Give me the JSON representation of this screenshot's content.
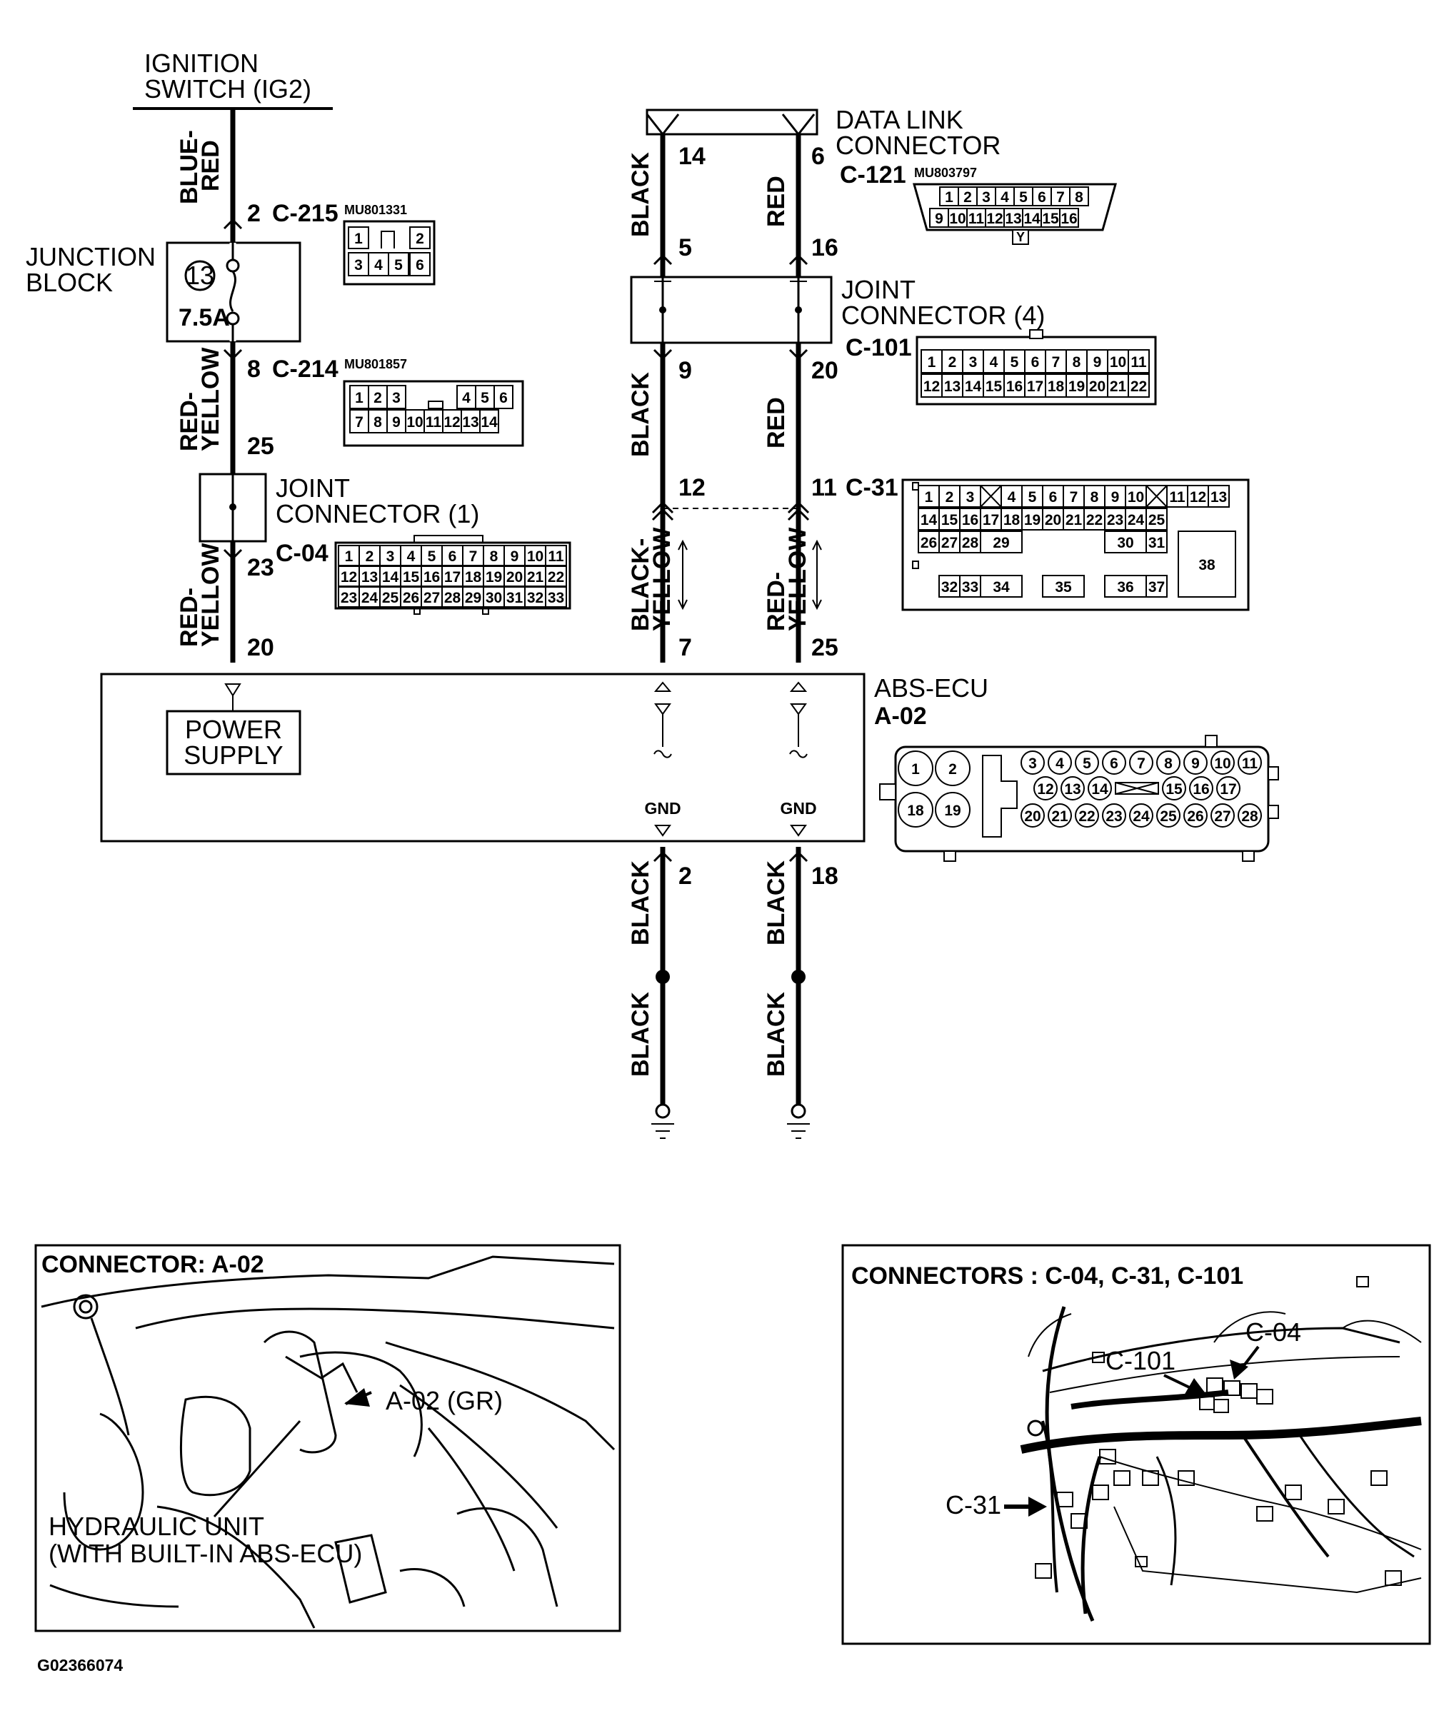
{
  "labels": {
    "ignition_switch_line1": "IGNITION",
    "ignition_switch_line2": "SWITCH (IG2)",
    "junction_block_line1": "JUNCTION",
    "junction_block_line2": "BLOCK",
    "fuse_number": "13",
    "fuse_rating": "7.5A",
    "joint_connector_1_line1": "JOINT",
    "joint_connector_1_line2": "CONNECTOR (1)",
    "data_link_line1": "DATA LINK",
    "data_link_line2": "CONNECTOR",
    "joint_connector_4_line1": "JOINT",
    "joint_connector_4_line2": "CONNECTOR (4)",
    "abs_ecu": "ABS-ECU",
    "power_supply_line1": "POWER",
    "power_supply_line2": "SUPPLY",
    "gnd": "GND",
    "figure_code": "G02366074"
  },
  "wire_colors": {
    "blue_red_1": "BLUE-",
    "blue_red_2": "RED",
    "red_yellow_1": "RED-",
    "red_yellow_2": "YELLOW",
    "black": "BLACK",
    "red": "RED",
    "black_yellow_1": "BLACK-",
    "black_yellow_2": "YELLOW"
  },
  "connectors": {
    "c215": {
      "id": "C-215",
      "part": "MU801331",
      "pin": "2",
      "cells_top": [
        "1",
        "",
        "2"
      ],
      "cells_bottom": [
        "3",
        "4",
        "5",
        "6"
      ]
    },
    "c214": {
      "id": "C-214",
      "part": "MU801857",
      "pin_top": "8",
      "pin_bottom": "25",
      "cells_top": [
        "1",
        "2",
        "3",
        "4",
        "5",
        "6"
      ],
      "cells_bottom": [
        "7",
        "8",
        "9",
        "10",
        "11",
        "12",
        "13",
        "14"
      ]
    },
    "c04": {
      "id": "C-04",
      "pin_top": "23",
      "pin_bottom": "20",
      "rows": [
        [
          "1",
          "2",
          "3",
          "4",
          "5",
          "6",
          "7",
          "8",
          "9",
          "10",
          "11"
        ],
        [
          "12",
          "13",
          "14",
          "15",
          "16",
          "17",
          "18",
          "19",
          "20",
          "21",
          "22"
        ],
        [
          "23",
          "24",
          "25",
          "26",
          "27",
          "28",
          "29",
          "30",
          "31",
          "32",
          "33"
        ]
      ]
    },
    "c121": {
      "id": "C-121",
      "part": "MU803797",
      "pin_left": "14",
      "pin_right": "6",
      "key": "Y",
      "rows": [
        [
          "1",
          "2",
          "3",
          "4",
          "5",
          "6",
          "7",
          "8"
        ],
        [
          "9",
          "10",
          "11",
          "12",
          "13",
          "14",
          "15",
          "16"
        ]
      ]
    },
    "c101": {
      "id": "C-101",
      "pin_left_top": "5",
      "pin_right_top": "16",
      "pin_left_bottom": "9",
      "pin_right_bottom": "20",
      "rows": [
        [
          "1",
          "2",
          "3",
          "4",
          "5",
          "6",
          "7",
          "8",
          "9",
          "10",
          "11"
        ],
        [
          "12",
          "13",
          "14",
          "15",
          "16",
          "17",
          "18",
          "19",
          "20",
          "21",
          "22"
        ]
      ]
    },
    "c31": {
      "id": "C-31",
      "pin_left": "12",
      "pin_right": "11",
      "row1": [
        "1",
        "2",
        "3",
        "4",
        "5",
        "6",
        "7",
        "8",
        "9",
        "10",
        "11",
        "12",
        "13"
      ],
      "row2": [
        "14",
        "15",
        "16",
        "17",
        "18",
        "19",
        "20",
        "21",
        "22",
        "23",
        "24",
        "25"
      ],
      "row3": [
        "26",
        "27",
        "28",
        "29",
        "30",
        "31"
      ],
      "row4": [
        "32",
        "33",
        "34",
        "35",
        "36",
        "37"
      ],
      "big": "38"
    },
    "a02": {
      "id": "A-02",
      "pin_left": "7",
      "pin_right": "25",
      "gnd_left": "2",
      "gnd_right": "18",
      "big_pins": [
        "1",
        "2",
        "18",
        "19"
      ],
      "row1": [
        "3",
        "4",
        "5",
        "6",
        "7",
        "8",
        "9",
        "10",
        "11"
      ],
      "row2": [
        "12",
        "13",
        "14",
        "15",
        "16",
        "17"
      ],
      "row3": [
        "20",
        "21",
        "22",
        "23",
        "24",
        "25",
        "26",
        "27",
        "28"
      ]
    }
  },
  "panels": {
    "a02_title": "CONNECTOR: A-02",
    "a02_callout": "A-02 (GR)",
    "hydraulic_line1": "HYDRAULIC UNIT",
    "hydraulic_line2": "(WITH BUILT-IN ABS-ECU)",
    "dash_title": "CONNECTORS : C-04, C-31, C-101",
    "dash_c101": "C-101",
    "dash_c04": "C-04",
    "dash_c31": "C-31"
  }
}
